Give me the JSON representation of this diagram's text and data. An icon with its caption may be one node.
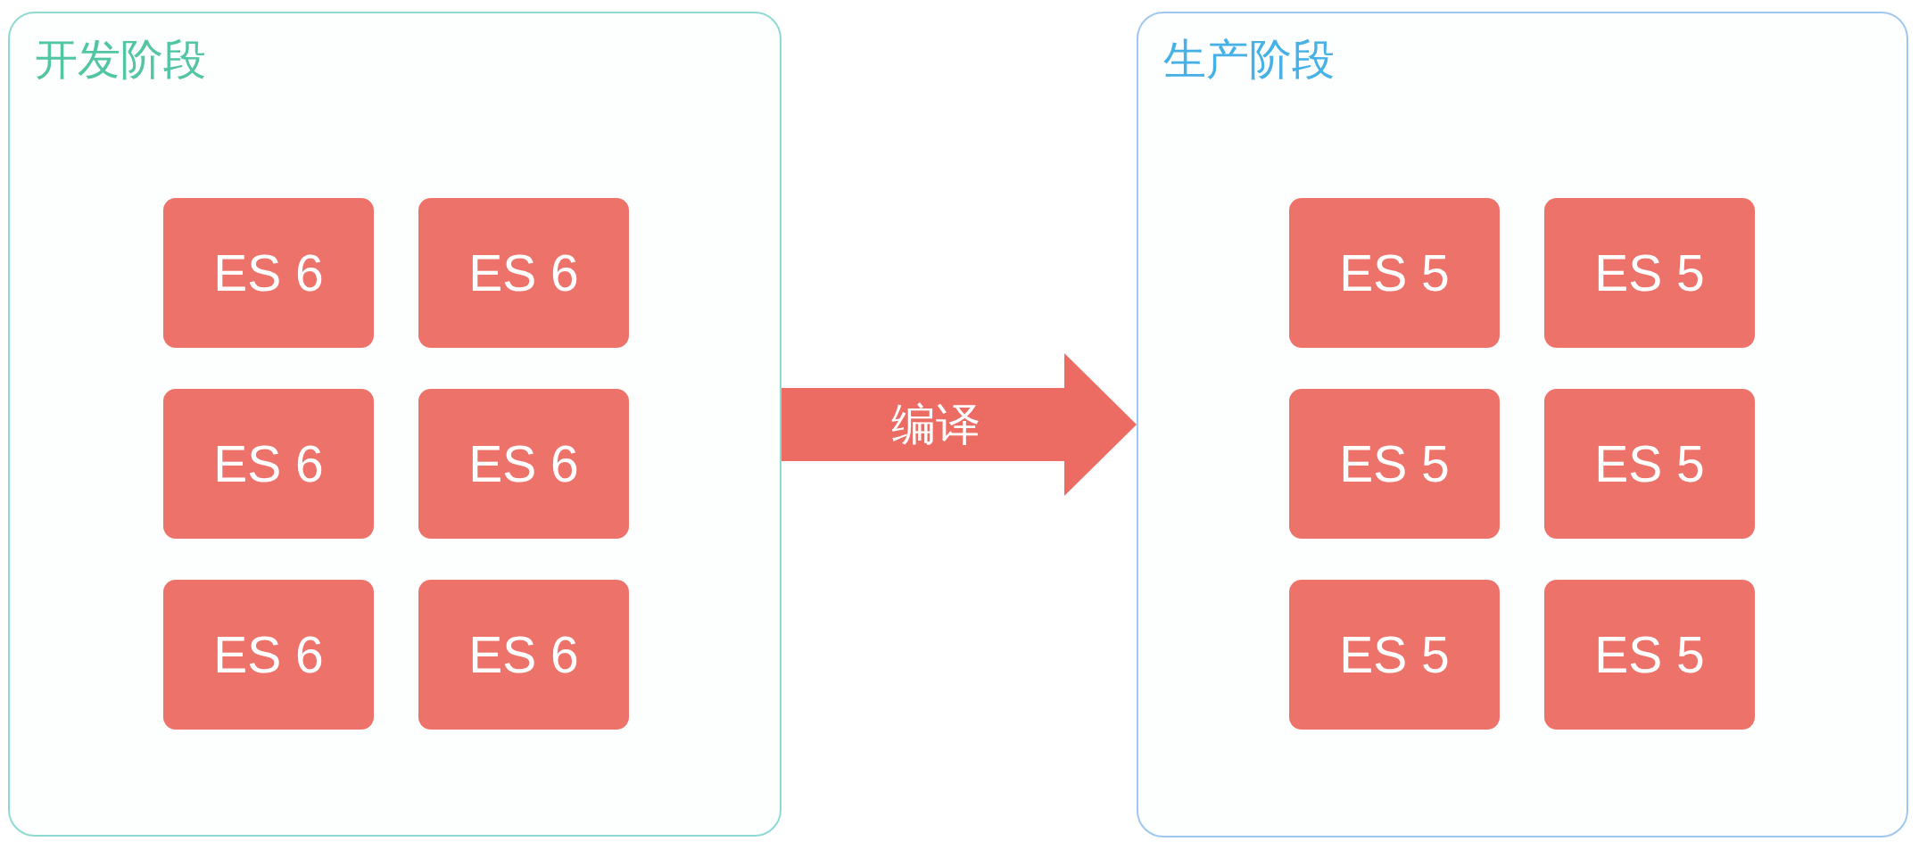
{
  "diagram": {
    "nodes": [
      {
        "text": [
          "开发阶段"
        ]
      },
      {
        "text": [
          "ES 6"
        ],
        "in": 0
      },
      {
        "text": [
          "ES 6"
        ],
        "in": 0
      },
      {
        "text": [
          "ES 6"
        ],
        "in": 0
      },
      {
        "text": [
          "ES 6"
        ],
        "in": 0
      },
      {
        "text": [
          "ES 6"
        ],
        "in": 0
      },
      {
        "text": [
          "ES 6"
        ],
        "in": 0
      },
      {
        "text": [
          "生产阶段"
        ]
      },
      {
        "text": [
          "ES 5"
        ],
        "in": 7
      },
      {
        "text": [
          "ES 5"
        ],
        "in": 7
      },
      {
        "text": [
          "ES 5"
        ],
        "in": 7
      },
      {
        "text": [
          "ES 5"
        ],
        "in": 7
      },
      {
        "text": [
          "ES 5"
        ],
        "in": 7
      },
      {
        "text": [
          "ES 5"
        ],
        "in": 7
      }
    ],
    "edges": [
      {
        "from": 0,
        "to": 7,
        "arrow": "to",
        "label": "编译"
      }
    ]
  }
}
